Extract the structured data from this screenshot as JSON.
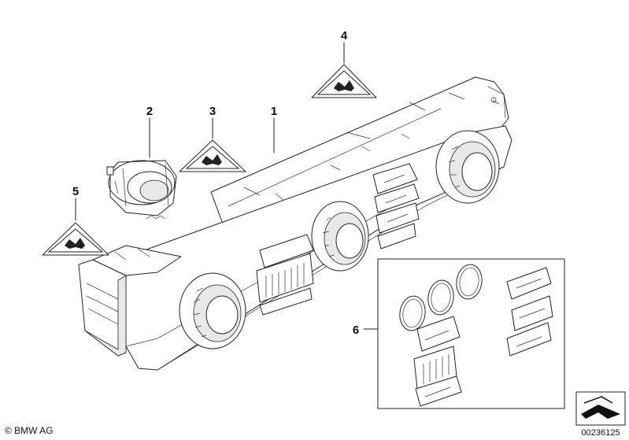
{
  "callouts": {
    "c1": "1",
    "c2": "2",
    "c3": "3",
    "c4": "4",
    "c5": "5",
    "c6": "6"
  },
  "footer": {
    "copyright": "© BMW AG",
    "diagram_id": "00236125"
  }
}
